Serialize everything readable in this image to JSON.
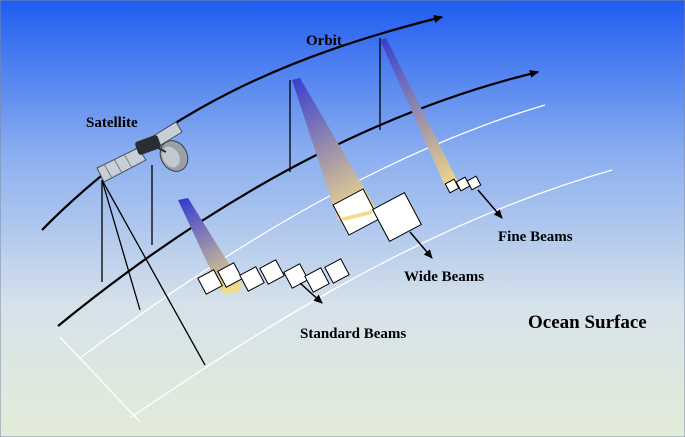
{
  "labels": {
    "orbit": "Orbit",
    "satellite": "Satellite",
    "fine_beams": "Fine Beams",
    "wide_beams": "Wide Beams",
    "standard_beams": "Standard Beams",
    "ocean_surface": "Ocean Surface"
  },
  "colors": {
    "sky_top": "#1f5cf0",
    "sky_bottom": "#e3ecd8",
    "beam_top": "#3a3fd0",
    "beam_bottom": "#f2dc88"
  }
}
